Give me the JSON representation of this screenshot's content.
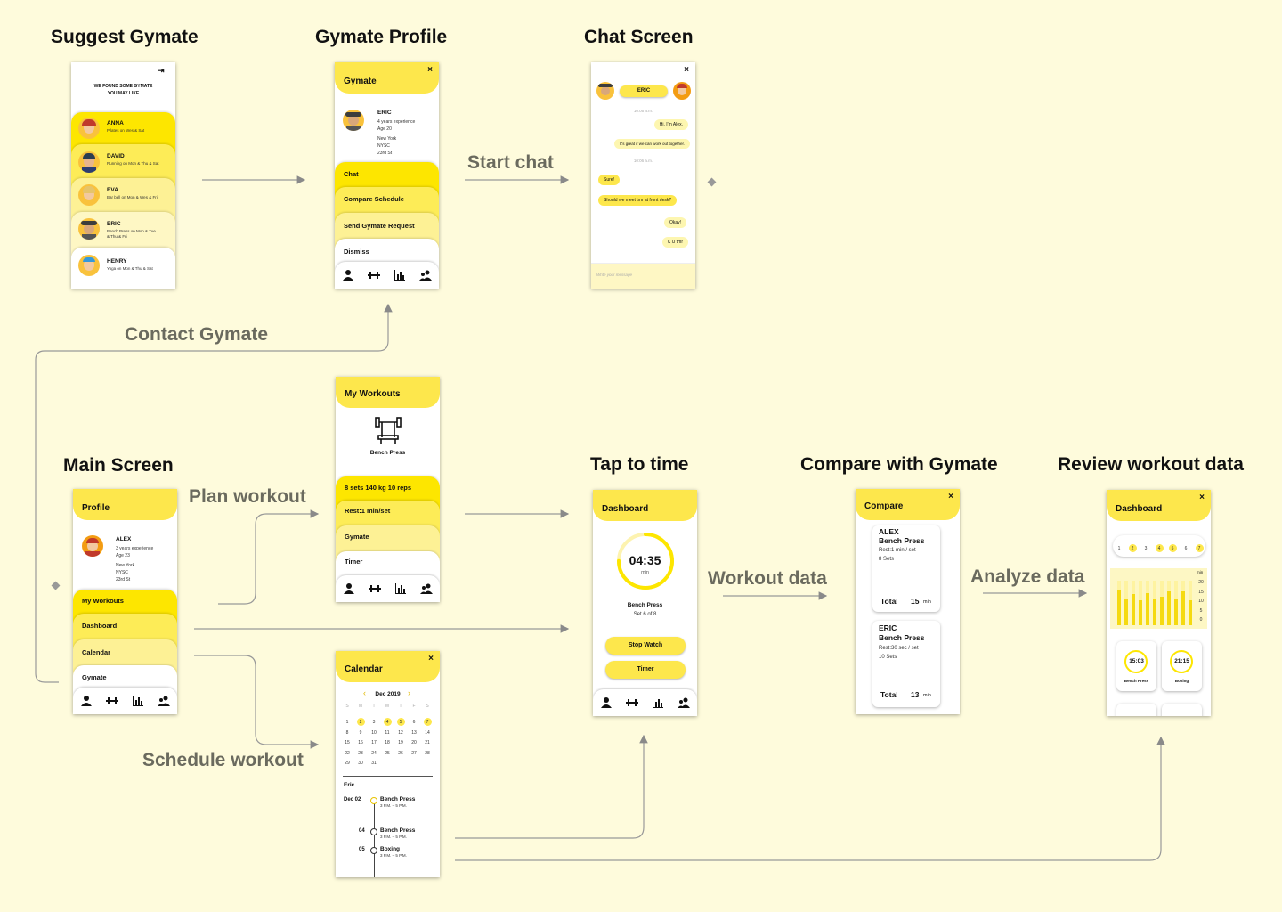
{
  "titles": {
    "suggest": "Suggest Gymate",
    "profile": "Gymate Profile",
    "chat": "Chat Screen",
    "main": "Main Screen",
    "tap": "Tap to time",
    "compare": "Compare with Gymate",
    "review": "Review workout data"
  },
  "flows": {
    "start_chat": "Start chat",
    "contact": "Contact Gymate",
    "plan": "Plan workout",
    "schedule": "Schedule workout",
    "workout_data": "Workout data",
    "analyze": "Analyze data"
  },
  "suggest": {
    "heading1": "WE FOUND SOME GYMATE",
    "heading2": "YOU MAY LIKE",
    "people": [
      {
        "name": "ANNA",
        "desc": "Pilates on Wes & Sat",
        "desc2": ""
      },
      {
        "name": "DAVID",
        "desc": "Running on Mon & Thu & Sat",
        "desc2": ""
      },
      {
        "name": "EVA",
        "desc": "Bar bell on Mon & Wes & Fri",
        "desc2": ""
      },
      {
        "name": "ERIC",
        "desc": "Bench Press on Mon & Tue",
        "desc2": "& Thu & Fri"
      },
      {
        "name": "HENRY",
        "desc": "Yoga on Mon & Thu & Sat",
        "desc2": ""
      }
    ]
  },
  "profile": {
    "header": "Gymate",
    "close": "×",
    "name": "ERIC",
    "exp": "4 years experience",
    "age": "Age 20",
    "city": "New York",
    "gym": "NYSC",
    "street": "23rd St",
    "menu": [
      "Chat",
      "Compare Schedule",
      "Send Gymate Request",
      "Dismiss"
    ]
  },
  "chat": {
    "close": "×",
    "name": "ERIC",
    "time1": "10:05 a.m.",
    "msg1": "Hi, I'm Alex.",
    "msg2": "It's great if we can work out together.",
    "time2": "10:06 a.m.",
    "msg3": "Sure!",
    "msg4": "Should we meet tmr at front desk?",
    "msg5": "Okay!",
    "msg6": "C U tmr",
    "placeholder": "Write your message"
  },
  "main": {
    "header": "Profile",
    "name": "ALEX",
    "exp": "3 years experience",
    "age": "Age 23",
    "city": "New York",
    "gym": "NYSC",
    "street": "23rd St",
    "menu": [
      "My Workouts",
      "Dashboard",
      "Calendar",
      "Gymate"
    ]
  },
  "workouts": {
    "header": "My Workouts",
    "exercise": "Bench Press",
    "menu": [
      "8 sets 140 kg 10 reps",
      "Rest:1 min/set",
      "Gymate",
      "Timer"
    ]
  },
  "calendar": {
    "header": "Calendar",
    "close": "×",
    "month": "Dec 2019",
    "weekdays": [
      "S",
      "M",
      "T",
      "W",
      "T",
      "F",
      "S"
    ],
    "weeks": [
      [
        "1",
        "2",
        "3",
        "4",
        "5",
        "6",
        "7"
      ],
      [
        "8",
        "9",
        "10",
        "11",
        "12",
        "13",
        "14"
      ],
      [
        "15",
        "16",
        "17",
        "18",
        "19",
        "20",
        "21"
      ],
      [
        "22",
        "23",
        "24",
        "25",
        "26",
        "27",
        "28"
      ],
      [
        "29",
        "30",
        "31",
        "",
        "",
        "",
        ""
      ]
    ],
    "person": "Eric",
    "events": [
      {
        "date": "Dec 02",
        "name": "Bench Press",
        "time": "3 P.M. – 5 P.M."
      },
      {
        "date": "04",
        "name": "Bench Press",
        "time": "3 P.M. – 5 P.M."
      },
      {
        "date": "05",
        "name": "Boxing",
        "time": "3 P.M. – 5 P.M."
      }
    ]
  },
  "timer": {
    "header": "Dashboard",
    "time": "04:35",
    "unit": "min",
    "exercise": "Bench Press",
    "set": "Set 6 of 8",
    "btn1": "Stop Watch",
    "btn2": "Timer",
    "progress": 0.75
  },
  "compare": {
    "header": "Compare",
    "close": "×",
    "cards": [
      {
        "name": "ALEX",
        "ex": "Bench Press",
        "rest": "Rest:1 min / set",
        "sets": "8 Sets",
        "total_label": "Total",
        "total": "15",
        "unit": "min"
      },
      {
        "name": "ERIC",
        "ex": "Bench Press",
        "rest": "Rest:30 sec / set",
        "sets": "10 Sets",
        "total_label": "Total",
        "total": "13",
        "unit": "min"
      }
    ]
  },
  "review": {
    "header": "Dashboard",
    "close": "×",
    "days": [
      "1",
      "2",
      "3",
      "4",
      "5",
      "6",
      "7"
    ],
    "highlighted_days": [
      "2",
      "4",
      "5",
      "7"
    ],
    "chart_unit": "min",
    "chart_ticks": [
      "20",
      "15",
      "10",
      "5",
      "0"
    ],
    "card1_time": "15:03",
    "card1_label": "Bench Press",
    "card2_time": "21:15",
    "card2_label": "Boxing"
  },
  "colors": {
    "background": "#fefbdc",
    "accent": "#fde74c",
    "arrow": "#8a8a8a"
  }
}
